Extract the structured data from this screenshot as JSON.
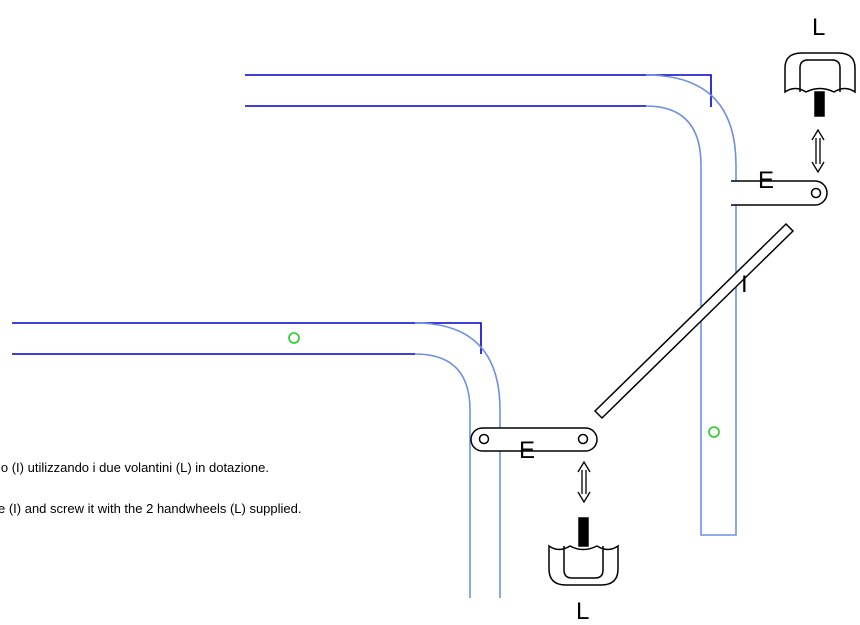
{
  "labels": {
    "handwheel_top": "L",
    "handwheel_bottom": "L",
    "bracket_top": "E",
    "bracket_bottom": "E",
    "rod": "I"
  },
  "instructions": {
    "line_it": "lo (I) utilizzando i due volantini (L) in dotazione.",
    "line_en": "e (I) and screw it with the 2 handwheels (L) supplied."
  },
  "colors": {
    "tube_outline": "#0000c8",
    "tube_curve": "#6f8fe6",
    "marker": "#22cc22",
    "parts": "#000000"
  }
}
